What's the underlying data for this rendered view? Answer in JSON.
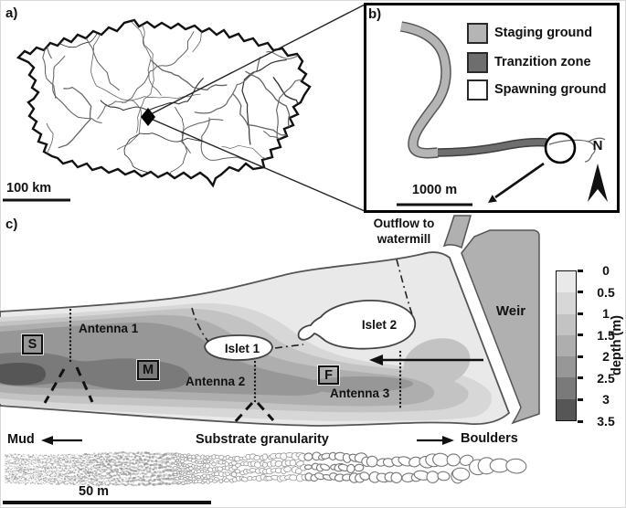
{
  "panel_a": {
    "label": "a)",
    "scale_label": "100 km"
  },
  "panel_b": {
    "label": "b)",
    "legend": [
      {
        "label": "Staging ground",
        "color": "#b5b5b5"
      },
      {
        "label": "Tranzition zone",
        "color": "#6e6e6e"
      },
      {
        "label": "Spawning ground",
        "color": "#ffffff"
      }
    ],
    "north_label": "N",
    "scale_label": "1000 m"
  },
  "panel_c": {
    "label": "c)",
    "outflow_label": "Outflow to\nwatermill",
    "weir_label": "Weir",
    "islets": {
      "islet1": "Islet 1",
      "islet2": "Islet 2"
    },
    "antennas": {
      "antenna1": "Antenna 1",
      "antenna2": "Antenna 2",
      "antenna3": "Antenna 3"
    },
    "stations": {
      "s": "S",
      "m": "M",
      "f": "F"
    },
    "substrate": {
      "left_label": "Mud",
      "center_label": "Substrate granularity",
      "right_label": "Boulders"
    },
    "scale_label": "50 m",
    "colorbar": {
      "title": "depth (m)",
      "ticks": [
        "0",
        "0.5",
        "1",
        "1.5",
        "2",
        "2.5",
        "3",
        "3.5"
      ],
      "colors": [
        "#e9e9e9",
        "#d7d7d7",
        "#c3c3c3",
        "#aeaeae",
        "#979797",
        "#7a7a7a",
        "#565656"
      ]
    }
  }
}
